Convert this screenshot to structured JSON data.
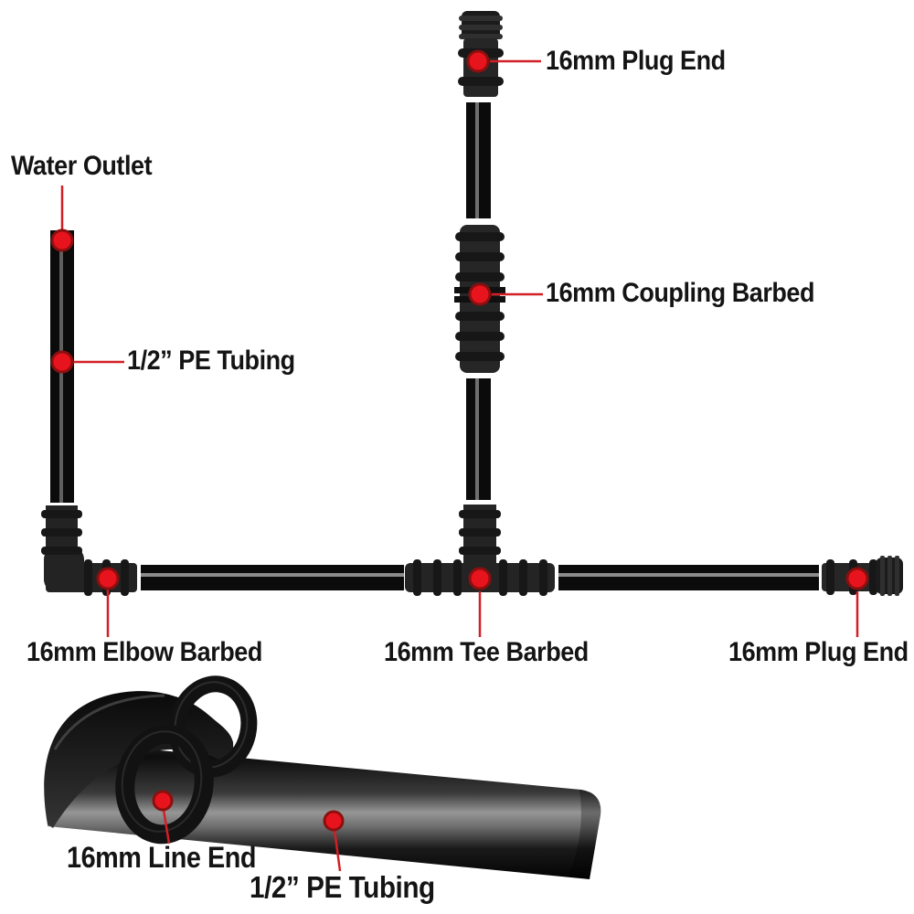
{
  "figure": {
    "kind": "drip-irrigation fittings product diagram",
    "background": "#ffffff"
  },
  "colors": {
    "marker_red": "#e8141d",
    "marker_ring": "#8c0f0f",
    "callout_line_red": "#d21f26",
    "tube_black": "#0b0b0b",
    "tube_stripe_gray": "#8c8c8c",
    "fitting_dark": "#242424",
    "label_text": "#141414"
  },
  "callouts": [
    {
      "id": "plug-end-top",
      "text": "16mm Plug End"
    },
    {
      "id": "water-outlet",
      "text": "Water Outlet"
    },
    {
      "id": "pe-tubing-left",
      "text": "1/2” PE Tubing"
    },
    {
      "id": "coupling-barbed",
      "text": "16mm Coupling Barbed"
    },
    {
      "id": "elbow-barbed",
      "text": "16mm Elbow Barbed"
    },
    {
      "id": "tee-barbed",
      "text": "16mm Tee Barbed"
    },
    {
      "id": "plug-end-right",
      "text": "16mm Plug End"
    },
    {
      "id": "line-end",
      "text": "16mm Line End"
    },
    {
      "id": "pe-tubing-bottom",
      "text": "1/2” PE Tubing"
    }
  ]
}
